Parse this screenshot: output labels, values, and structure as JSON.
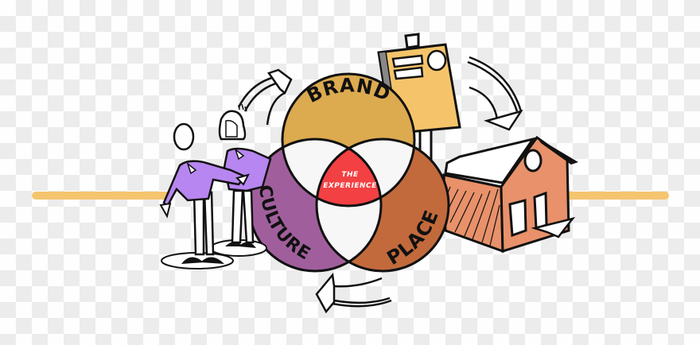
{
  "diagram": {
    "type": "venn",
    "center_label_line1": "THE",
    "center_label_line2": "EXPERIENCE",
    "circles": [
      {
        "label": "BRAND",
        "color": "#dcaa4f"
      },
      {
        "label": "CULTURE",
        "color": "#a05f9c"
      },
      {
        "label": "PLACE",
        "color": "#c26a3c"
      }
    ],
    "intersection_color": "#f4f4f4",
    "center_color": "#f24043"
  },
  "colors": {
    "timeline": "#f5c56e",
    "shirt": "#b786f0",
    "sign": "#f5c46a",
    "house": "#e8916a",
    "outline": "#111111",
    "checker_light": "#fefefe",
    "checker_dark": "#ececec"
  },
  "elements": {
    "people": [
      "person-man",
      "person-woman"
    ],
    "sign": "signpost",
    "building": "house",
    "arrows": [
      "arrow-people-to-brand",
      "arrow-sign-to-house",
      "arrow-place-to-culture"
    ]
  }
}
